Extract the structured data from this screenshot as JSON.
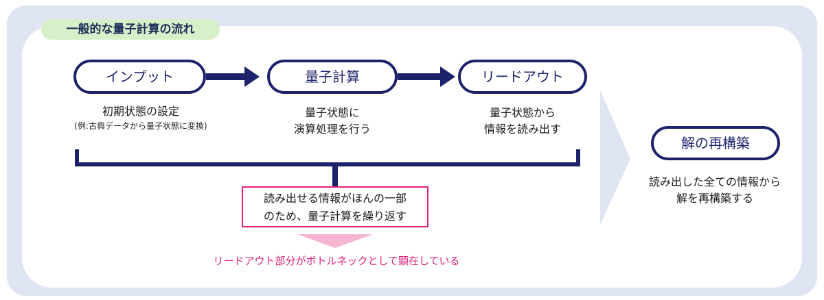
{
  "tab_label": "一般的な量子計算の流れ",
  "steps": [
    {
      "label": "インプット",
      "desc_lines": [
        "初期状態の設定"
      ],
      "desc_small": "(例:古典データから量子状態に変換)"
    },
    {
      "label": "量子計算",
      "desc_lines": [
        "量子状態に",
        "演算処理を行う"
      ]
    },
    {
      "label": "リードアウト",
      "desc_lines": [
        "量子状態から",
        "情報を読み出す"
      ]
    }
  ],
  "result": {
    "label": "解の再構築",
    "desc_lines": [
      "読み出した全ての情報から",
      "解を再構築する"
    ]
  },
  "callout_lines": [
    "読み出せる情報がほんの一部",
    "のため、量子計算を繰り返す"
  ],
  "note": "リードアウト部分がボトルネックとして顕在している",
  "colors": {
    "frame": "#dfe4f2",
    "navy": "#1d236b",
    "tab_green": "#d7f0c9",
    "pink": "#e0217b",
    "pink_arrow": "#f6b3d2",
    "chevron": "#dfe4f2"
  }
}
